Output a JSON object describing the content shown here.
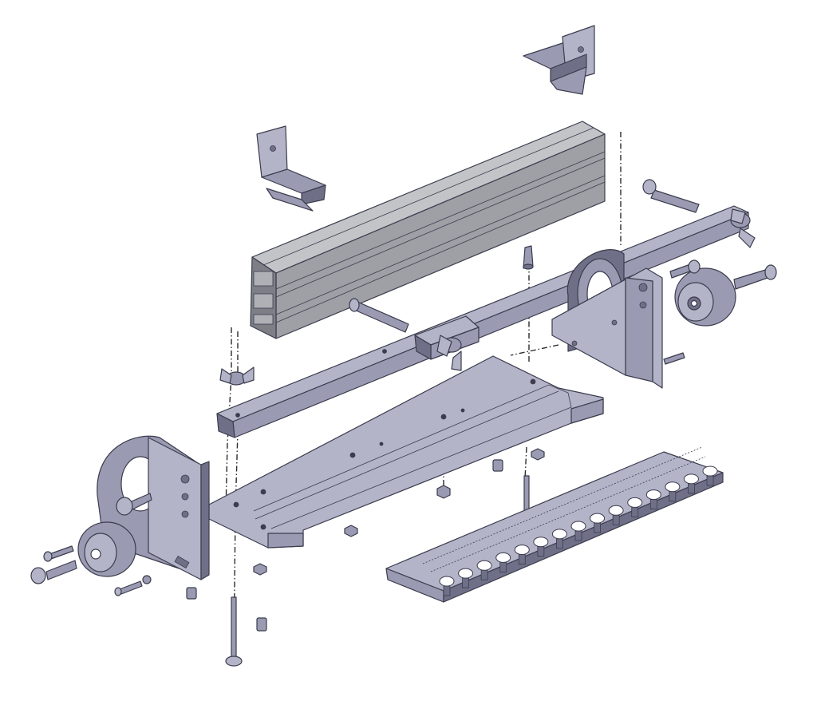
{
  "colors": {
    "background": "#ffffff",
    "part_face_top": "#b3b4c8",
    "part_face_mid": "#9a9bb2",
    "part_face_dark": "#6f7088",
    "part_edge": "#3b3c4d",
    "aluminum_light": "#c3c4c8",
    "aluminum_dark": "#85868c",
    "centerline": "#2b2b2b"
  },
  "parts": [
    {
      "name": "angle-bracket",
      "icon": "l-bracket-icon",
      "count": 2
    },
    {
      "name": "aluminum-extrusion-profile",
      "icon": "extrusion-icon",
      "count": 1
    },
    {
      "name": "slotted-guide-rail",
      "icon": "rail-icon",
      "count": 1
    },
    {
      "name": "wing-nut",
      "icon": "wing-nut-icon",
      "count": 2
    },
    {
      "name": "base-plate",
      "icon": "plate-icon",
      "count": 1
    },
    {
      "name": "side-bracket-with-ring",
      "icon": "side-bracket-icon",
      "count": 2
    },
    {
      "name": "round-knob",
      "icon": "knob-icon",
      "count": 2
    },
    {
      "name": "comb-template",
      "icon": "comb-icon",
      "count": 1
    },
    {
      "name": "socket-cap-screw",
      "icon": "screw-icon",
      "count": 8
    },
    {
      "name": "hex-nut",
      "icon": "nut-icon",
      "count": 4
    },
    {
      "name": "threaded-insert",
      "icon": "insert-icon",
      "count": 3
    }
  ]
}
